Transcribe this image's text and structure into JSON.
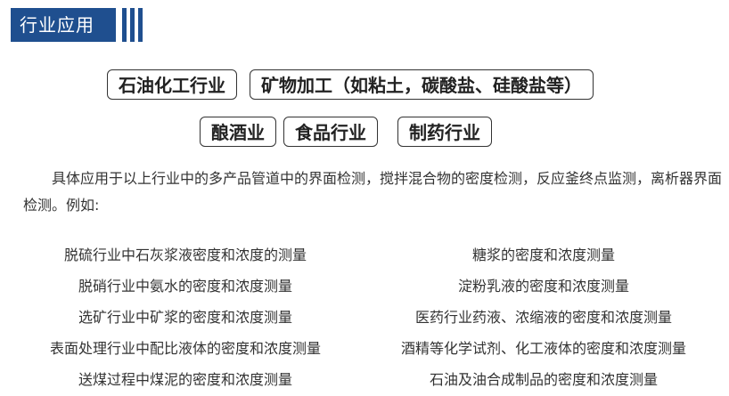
{
  "header": {
    "title": "行业应用"
  },
  "industries": {
    "row1": [
      "石油化工行业",
      "矿物加工（如粘土，碳酸盐、硅酸盐等）"
    ],
    "row2": [
      "酿酒业",
      "食品行业",
      "制药行业"
    ]
  },
  "description": "具体应用于以上行业中的多产品管道中的界面检测，搅拌混合物的密度检测，反应釜终点监测，离析器界面检测。例如:",
  "applications": {
    "left": [
      "脱硫行业中石灰浆液密度和浓度的测量",
      "脱硝行业中氨水的密度和浓度测量",
      "选矿行业中矿浆的密度和浓度测量",
      "表面处理行业中配比液体的密度和浓度测量",
      "送煤过程中煤泥的密度和浓度测量"
    ],
    "right": [
      "糖浆的密度和浓度测量",
      "淀粉乳液的密度和浓度测量",
      "医药行业药液、浓缩液的密度和浓度测量",
      "酒精等化学试剂、化工液体的密度和浓度测量",
      "石油及油合成制品的密度和浓度测量"
    ]
  },
  "colors": {
    "accent": "#1f4f8f"
  }
}
